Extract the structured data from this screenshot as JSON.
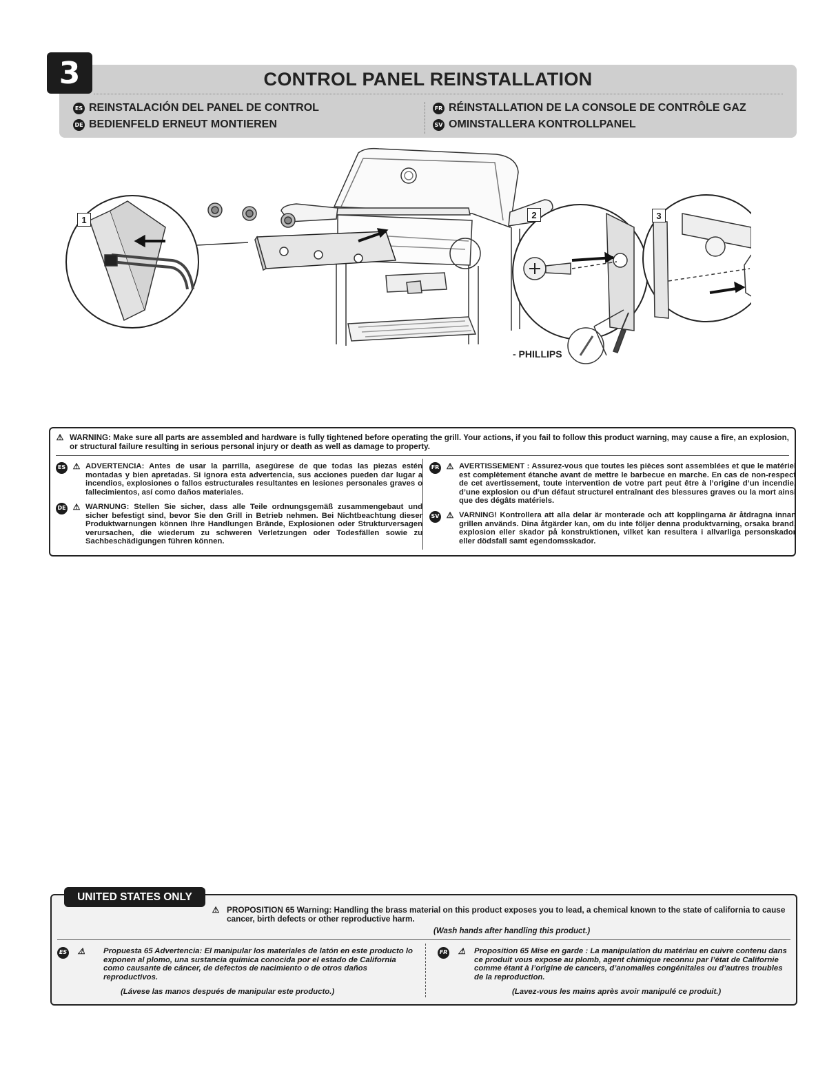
{
  "step": {
    "number": "3",
    "title": "CONTROL PANEL REINSTALLATION",
    "translations": [
      {
        "code": "ES",
        "text": "REINSTALACIÓN DEL PANEL DE CONTROL"
      },
      {
        "code": "DE",
        "text": "BEDIENFELD ERNEUT MONTIEREN"
      },
      {
        "code": "FR",
        "text": "RÉINSTALLATION DE LA CONSOLE DE CONTRÔLE GAZ"
      },
      {
        "code": "SV",
        "text": "OMINSTALLERA KONTROLLPANEL"
      }
    ]
  },
  "illustration": {
    "insets": [
      "1",
      "2",
      "3"
    ],
    "tool_label": "- PHILLIPS"
  },
  "warning": {
    "symbol": "⚠",
    "main": "WARNING: Make sure all parts are assembled and hardware is fully tightened before operating the grill. Your actions, if you fail to follow this product warning, may cause a fire, an explosion, or structural failure resulting in serious personal injury or death as well as damage to property.",
    "items": [
      {
        "code": "ES",
        "text": "ADVERTENCIA: Antes de usar la parrilla, asegúrese de que todas las piezas estén montadas y bien apretadas. Si ignora esta advertencia, sus acciones pueden dar lugar a incendios, explosiones o fallos estructurales resultantes en lesiones personales graves o fallecimientos, así como daños materiales."
      },
      {
        "code": "DE",
        "text": "WARNUNG: Stellen Sie sicher, dass alle Teile ordnungsgemäß zusammengebaut und sicher befestigt sind, bevor Sie den Grill in Betrieb nehmen. Bei Nichtbeachtung dieser Produktwarnungen können Ihre Handlungen Brände, Explosionen oder Strukturversagen verursachen, die wiederum zu schweren Verletzungen oder Todesfällen sowie zu Sachbeschädigungen führen können."
      },
      {
        "code": "FR",
        "text": "AVERTISSEMENT : Assurez-vous que toutes les pièces sont assemblées et que le matériel est complètement étanche avant de mettre le barbecue en marche. En cas de non-respect de cet avertissement, toute intervention de votre part peut être à l’origine d’un incendie, d’une explosion ou d’un défaut structurel entraînant des blessures graves ou la mort ainsi que des dégâts matériels."
      },
      {
        "code": "SV",
        "text": "VARNING! Kontrollera att alla delar är monterade och att kopplingarna är åtdragna innan grillen används. Dina åtgärder kan, om du inte följer denna produktvarning, orsaka brand, explosion eller skador på konstruktionen, vilket kan resultera i allvarliga personskador eller dödsfall samt egendomsskador."
      }
    ]
  },
  "prop65": {
    "tab": "UNITED STATES ONLY",
    "symbol": "⚠",
    "main": "PROPOSITION 65 Warning: Handling the brass material on this product exposes you to lead, a chemical known to the state of california to cause cancer, birth defects or other reproductive harm.",
    "wash": "(Wash hands after handling this product.)",
    "items": [
      {
        "code": "ES",
        "text": "Propuesta 65 Advertencia: El manipular los materiales de latón en este producto lo exponen al plomo, una sustancia química conocida por el estado de California como causante de cáncer, de defectos de nacimiento o de otros daños reproductivos.",
        "note": "(Lávese las manos después de manipular este producto.)"
      },
      {
        "code": "FR",
        "text": "Proposition 65 Mise en garde : La manipulation du matériau en cuivre contenu dans ce produit vous expose au plomb, agent chimique reconnu par l’état de Californie comme étant à l’origine de cancers, d’anomalies congénitales ou d’autres troubles de la reproduction.",
        "note": "(Lavez-vous les mains après avoir manipulé ce produit.)"
      }
    ]
  }
}
